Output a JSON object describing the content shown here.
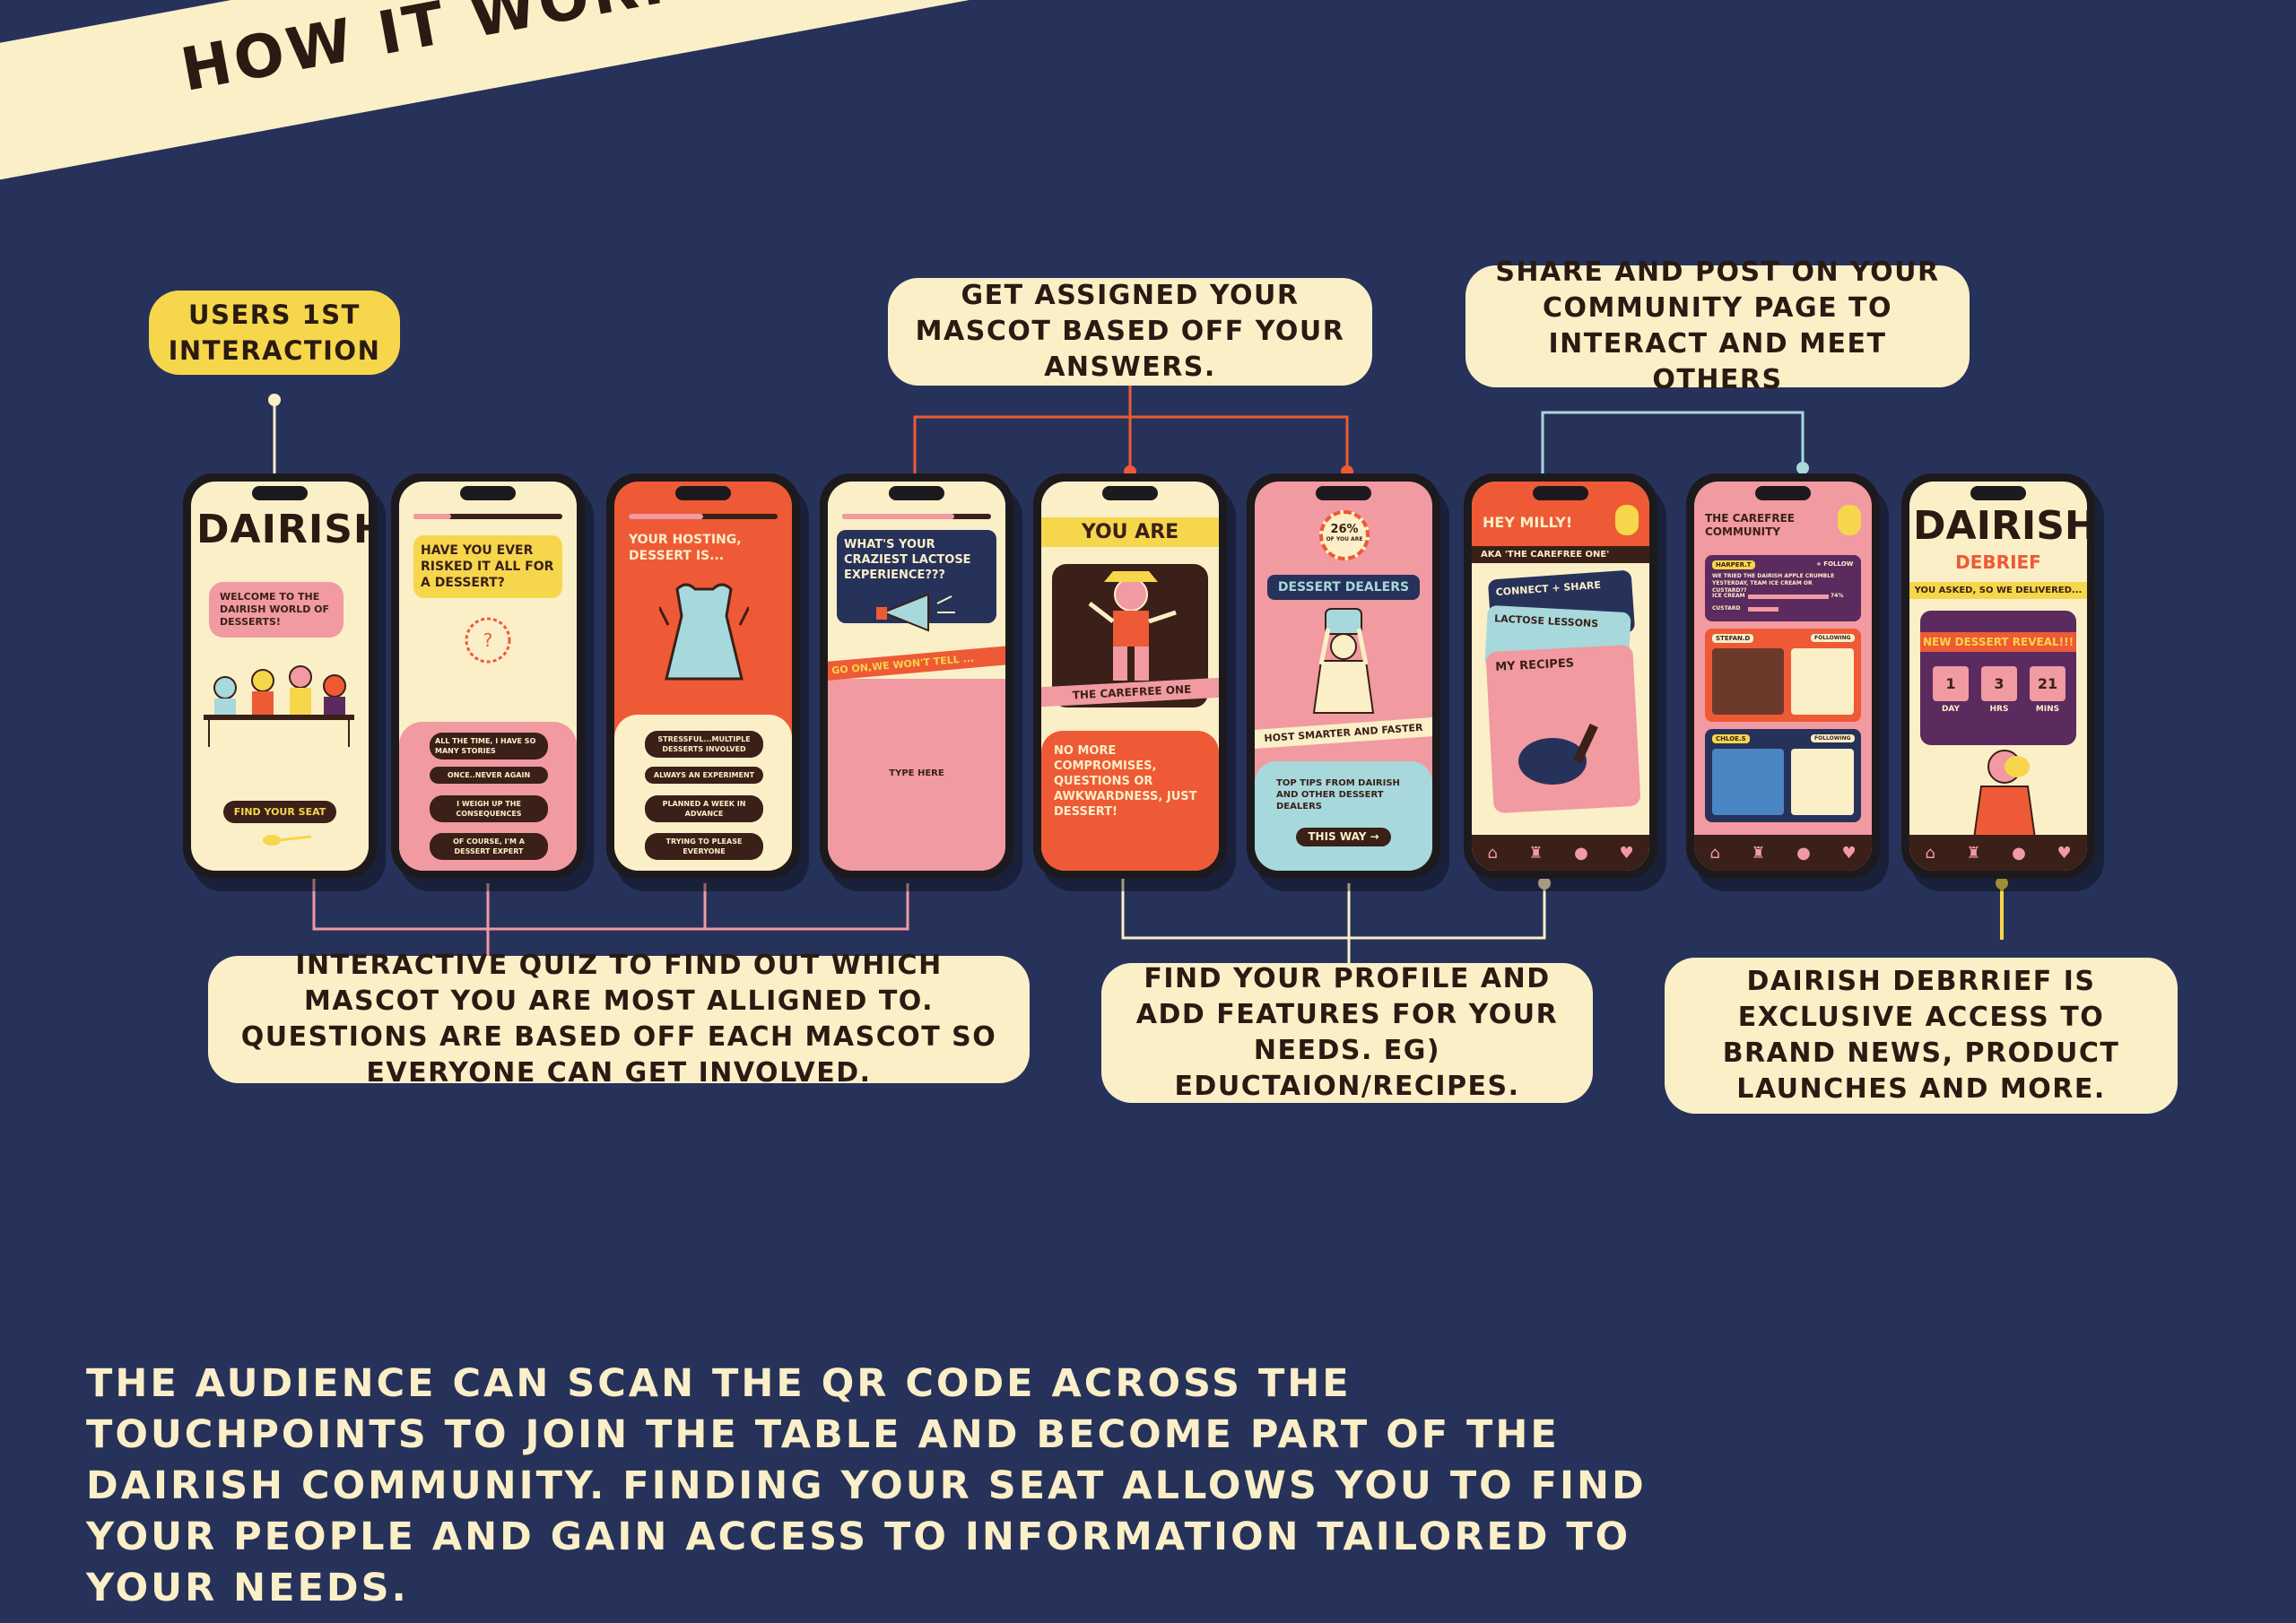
{
  "banner": {
    "title": "HOW IT WORKS"
  },
  "callouts": {
    "first_interaction": "USERS 1ST INTERACTION",
    "mascot": "GET ASSIGNED YOUR MASCOT BASED OFF YOUR ANSWERS.",
    "community": "SHARE AND POST ON YOUR COMMUNITY PAGE TO INTERACT AND MEET OTHERS",
    "quiz": "INTERACTIVE QUIZ TO FIND OUT WHICH MASCOT YOU ARE MOST ALLIGNED TO. QUESTIONS ARE BASED OFF EACH MASCOT SO EVERYONE CAN GET INVOLVED.",
    "profile": "FIND YOUR PROFILE AND ADD FEATURES FOR YOUR NEEDS. EG) EDUCTAION/RECIPES.",
    "debrief": "DAIRISH DEBRRIEF IS EXCLUSIVE ACCESS TO BRAND NEWS, PRODUCT LAUNCHES AND MORE."
  },
  "phones": {
    "p1": {
      "logo": "DAIRISH",
      "welcome": "WELCOME TO THE DAIRISH WORLD OF DESSERTS!",
      "cta": "FIND YOUR SEAT"
    },
    "p2": {
      "question": "HAVE YOU EVER RISKED IT ALL FOR A DESSERT?",
      "options": [
        "ALL THE TIME, I HAVE SO MANY STORIES",
        "ONCE..NEVER AGAIN",
        "I WEIGH UP THE CONSEQUENCES",
        "OF COURSE, I'M A DESSERT EXPERT"
      ]
    },
    "p3": {
      "question": "YOUR HOSTING, DESSERT IS...",
      "options": [
        "STRESSFUL...MULTIPLE DESSERTS INVOLVED",
        "ALWAYS AN EXPERIMENT",
        "PLANNED A WEEK IN ADVANCE",
        "TRYING TO PLEASE EVERYONE"
      ]
    },
    "p4": {
      "question": "WHAT'S YOUR CRAZIEST LACTOSE EXPERIENCE???",
      "ribbon": "GO ON,WE WON'T TELL ...",
      "input_placeholder": "TYPE HERE"
    },
    "p5": {
      "heading": "YOU ARE",
      "mascot": "THE CAREFREE ONE",
      "body": "NO MORE COMPROMISES, QUESTIONS OR AWKWARDNESS, JUST DESSERT!"
    },
    "p6": {
      "stat": "26%",
      "stat_sub": "OF YOU ARE",
      "title": "DESSERT DEALERS",
      "ribbon": "HOST SMARTER AND FASTER",
      "tips": "TOP TIPS FROM DAIRISH AND OTHER DESSERT DEALERS",
      "cta": "THIS WAY →"
    },
    "p7": {
      "greeting": "HEY MILLY!",
      "aka": "AKA 'THE CAREFREE ONE'",
      "cards": [
        "CONNECT + SHARE",
        "LACTOSE LESSONS",
        "MY RECIPES"
      ]
    },
    "p8": {
      "title": "THE CAREFREE COMMUNITY",
      "post_user": "HARPER.T",
      "follow": "+ FOLLOW",
      "post_text": "WE TRIED THE DAIRISH APPLE CRUMBLE YESTERDAY, TEAM ICE CREAM OR CUSTARD??",
      "poll": [
        "ICE CREAM",
        "CUSTARD"
      ],
      "poll_pct": "74%",
      "user2": "STEFAN.D",
      "user3": "CHLOE.S",
      "following": "FOLLOWING"
    },
    "p9": {
      "logo": "DAIRISH",
      "sub": "DEBRIEF",
      "ribbon": "YOU ASKED, SO WE DELIVERED...",
      "reveal": "NEW DESSERT REVEAL!!!",
      "countdown": [
        {
          "value": "1",
          "unit": "DAY"
        },
        {
          "value": "3",
          "unit": "HRS"
        },
        {
          "value": "21",
          "unit": "MINS"
        }
      ]
    }
  },
  "footer": {
    "text": "THE AUDIENCE CAN SCAN THE QR CODE ACROSS THE TOUCHPOINTS TO JOIN THE TABLE AND BECOME PART OF THE DAIRISH COMMUNITY. FINDING YOUR SEAT ALLOWS YOU TO FIND YOUR PEOPLE AND GAIN ACCESS TO INFORMATION TAILORED TO YOUR NEEDS."
  },
  "colors": {
    "background": "#27325a",
    "cream": "#fbefc8",
    "yellow": "#f6d64b",
    "orange": "#ee5a35",
    "pink": "#f19aa1",
    "navy": "#27325a",
    "brown": "#3a2018",
    "teal": "#a7d8dc",
    "purple": "#5b2a5e"
  }
}
